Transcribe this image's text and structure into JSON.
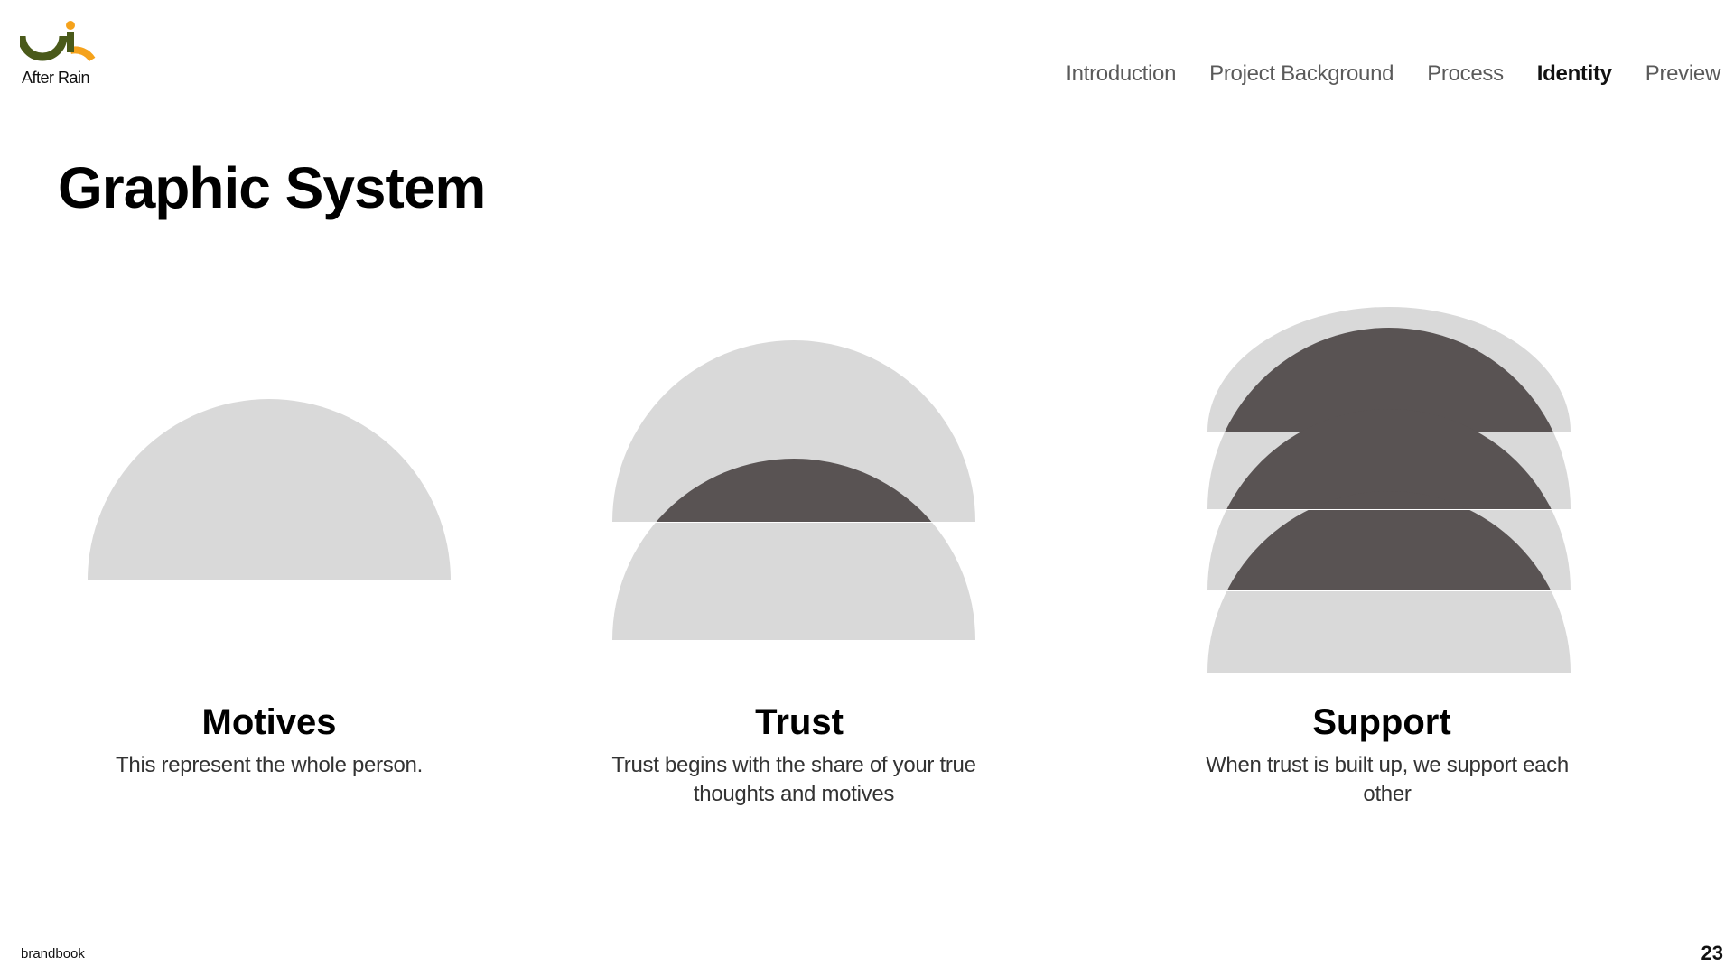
{
  "brand": {
    "name": "After Rain",
    "colors": {
      "green": "#4a5a1a",
      "orange": "#f5a21b",
      "dark": "#222222"
    }
  },
  "nav": {
    "items": [
      {
        "label": "Introduction",
        "active": false
      },
      {
        "label": "Project Background",
        "active": false
      },
      {
        "label": "Process",
        "active": false
      },
      {
        "label": "Identity",
        "active": true
      },
      {
        "label": "Preview",
        "active": false
      }
    ]
  },
  "page": {
    "title": "Graphic System"
  },
  "cards": [
    {
      "title": "Motives",
      "description": "This represent the whole person."
    },
    {
      "title": "Trust",
      "description": "Trust begins with the share of your true thoughts and motives"
    },
    {
      "title": "Support",
      "description": "When trust is built up, we support each other"
    }
  ],
  "colors": {
    "shape_light": "#d9d9d9",
    "shape_overlap": "#595353"
  },
  "footer": {
    "left": "brandbook",
    "page_number": "23"
  }
}
